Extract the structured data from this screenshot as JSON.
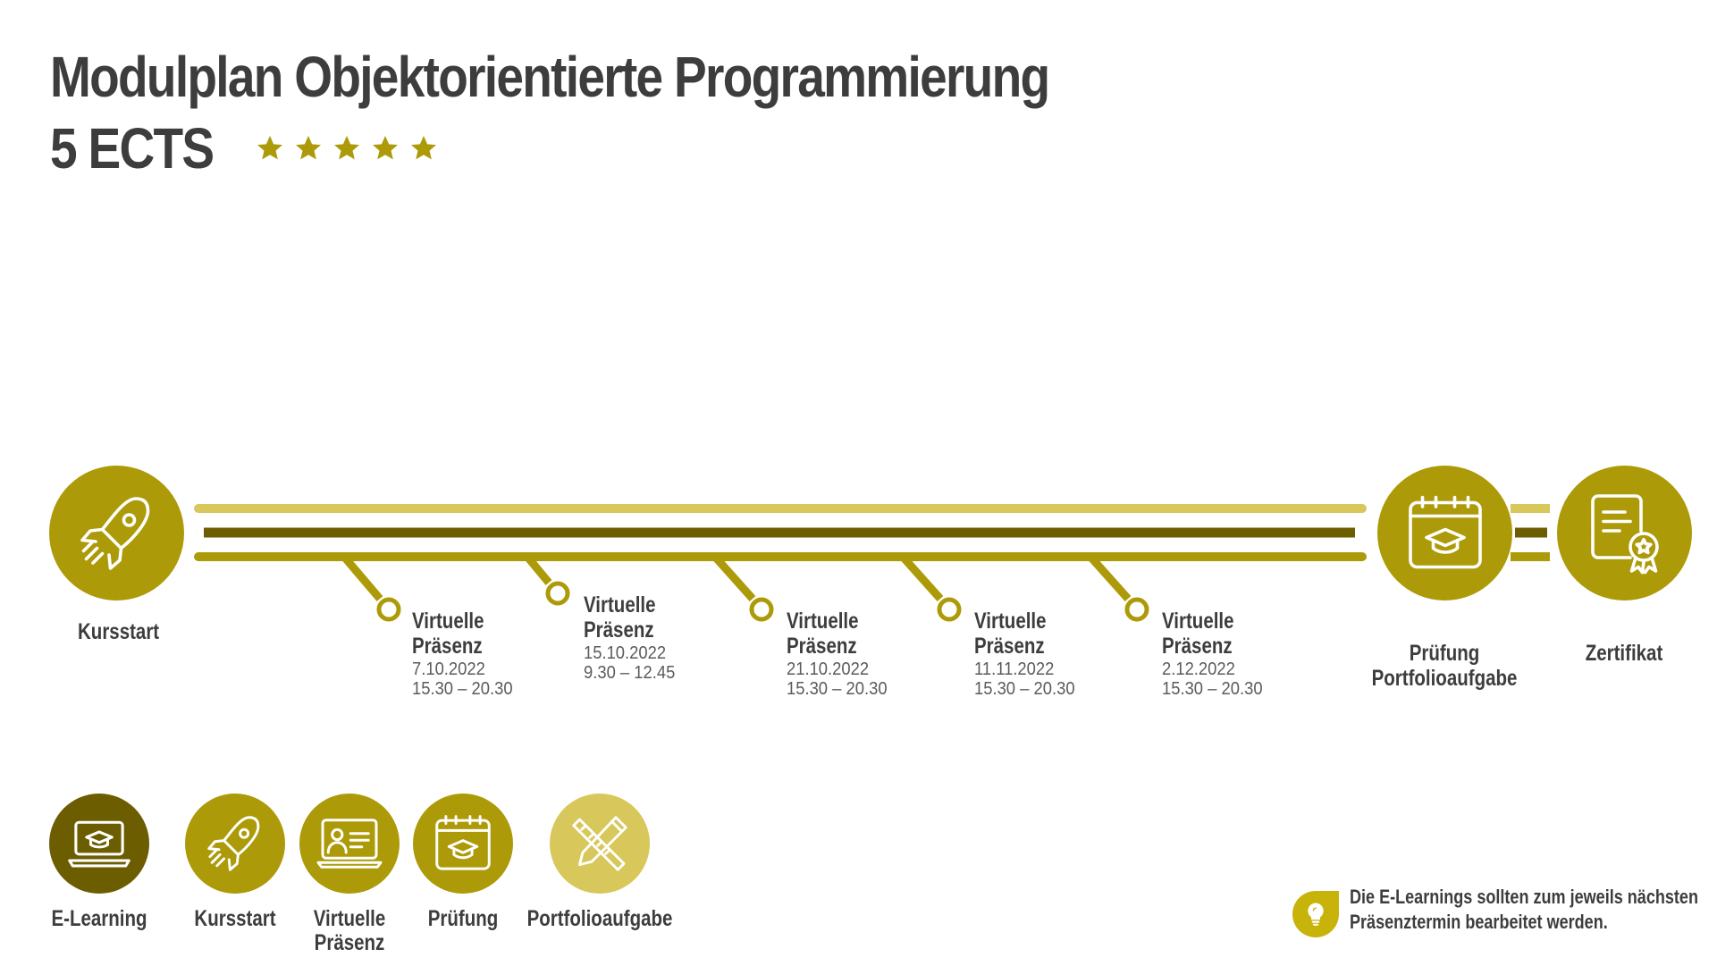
{
  "header": {
    "title": "Modulplan Objektorientierte Programmierung",
    "ects": "5 ECTS",
    "star_count": 5
  },
  "colors": {
    "dark_olive": "#6b5d00",
    "olive": "#ad9a08",
    "light_olive": "#d8c75a",
    "text": "#3d3d3d"
  },
  "timeline": {
    "start": {
      "label": "Kursstart",
      "icon": "rocket-icon"
    },
    "sessions": [
      {
        "title_1": "Virtuelle",
        "title_2": "Präsenz",
        "date": "7.10.2022",
        "time": "15.30 – 20.30"
      },
      {
        "title_1": "Virtuelle",
        "title_2": "Präsenz",
        "date": "15.10.2022",
        "time": "9.30 – 12.45"
      },
      {
        "title_1": "Virtuelle",
        "title_2": "Präsenz",
        "date": "21.10.2022",
        "time": "15.30 – 20.30"
      },
      {
        "title_1": "Virtuelle",
        "title_2": "Präsenz",
        "date": "11.11.2022",
        "time": "15.30 – 20.30"
      },
      {
        "title_1": "Virtuelle",
        "title_2": "Präsenz",
        "date": "2.12.2022",
        "time": "15.30 – 20.30"
      }
    ],
    "exam": {
      "label_1": "Prüfung",
      "label_2": "Portfolioaufgabe",
      "icon": "calendar-graduation-icon"
    },
    "certificate": {
      "label": "Zertifikat",
      "icon": "certificate-icon"
    }
  },
  "legend": {
    "items": [
      {
        "label_1": "E-Learning",
        "label_2": "",
        "icon": "laptop-graduation-icon",
        "color": "#6b5d00"
      },
      {
        "label_1": "Kursstart",
        "label_2": "",
        "icon": "rocket-icon",
        "color": "#ad9a08"
      },
      {
        "label_1": "Virtuelle",
        "label_2": "Präsenz",
        "icon": "virtual-presence-icon",
        "color": "#ad9a08"
      },
      {
        "label_1": "Prüfung",
        "label_2": "",
        "icon": "calendar-graduation-icon",
        "color": "#ad9a08"
      },
      {
        "label_1": "Portfolioaufgabe",
        "label_2": "",
        "icon": "pencil-ruler-icon",
        "color": "#d8c75a"
      }
    ]
  },
  "note": {
    "line_1": "Die E-Learnings sollten zum jeweils nächsten",
    "line_2": "Präsenztermin bearbeitet werden.",
    "icon": "lightbulb-icon"
  }
}
